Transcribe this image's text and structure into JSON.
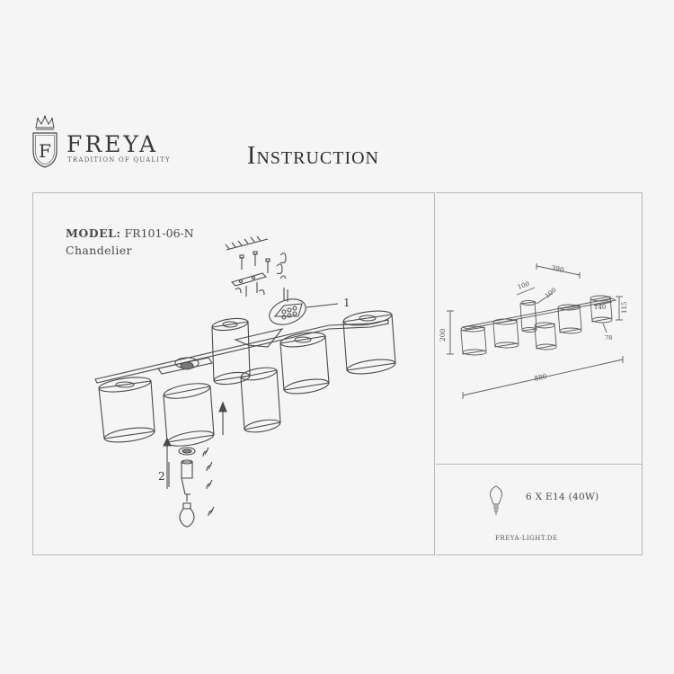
{
  "brand": {
    "name": "FREYA",
    "tagline": "TRADITION OF QUALITY",
    "crest_letter": "F"
  },
  "title": "Instruction",
  "product": {
    "model_label": "MODEL:",
    "model_code": "FR101-06-N",
    "type": "Chandelier"
  },
  "callouts": {
    "one": "1",
    "two": "2"
  },
  "dimensions": {
    "width": "880",
    "height": "200",
    "spacing": "390",
    "arm_a": "100",
    "arm_b": "100",
    "shade_diameter": "140",
    "shade_height": "115",
    "shade_inner": "78"
  },
  "spec": {
    "bulbs": "6 X E14 (40W)",
    "website": "FREYA-LIGHT.DE"
  },
  "colors": {
    "line": "#4a4a4a",
    "frame": "#b9b9b9",
    "background": "#f5f5f5"
  }
}
